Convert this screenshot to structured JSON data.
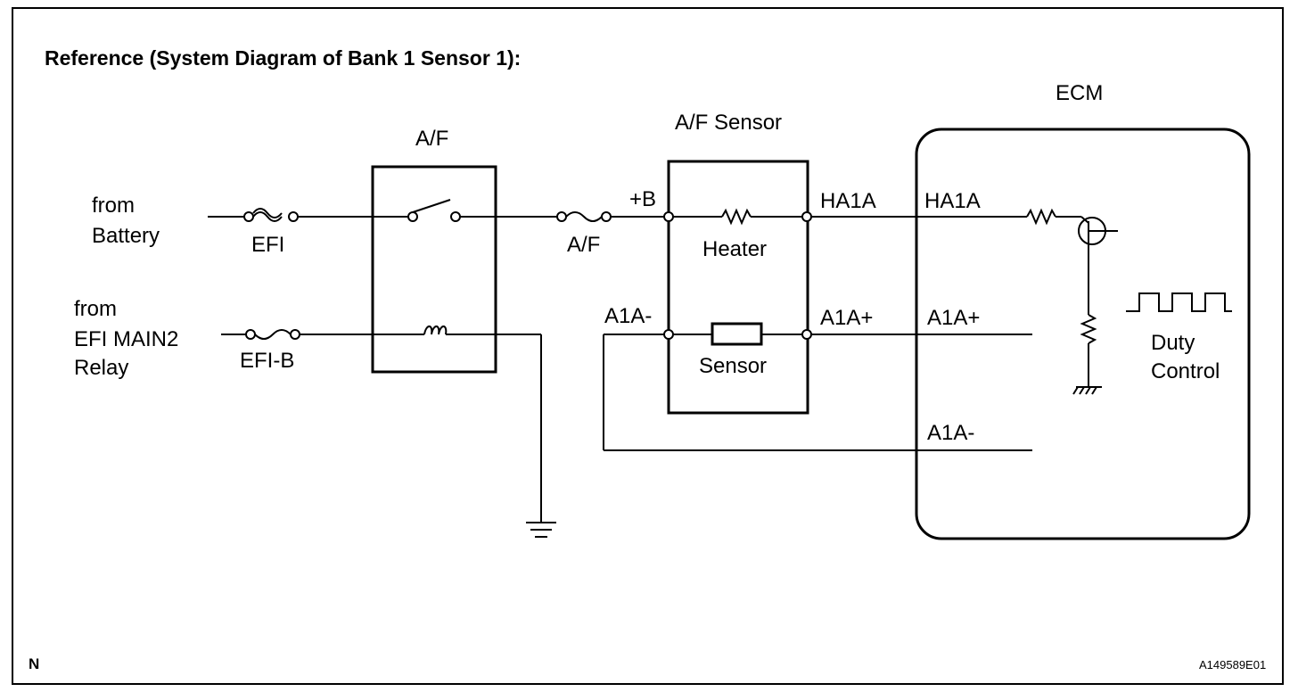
{
  "title": "Reference (System Diagram of Bank 1 Sensor 1):",
  "sources": {
    "battery": [
      "from",
      "Battery"
    ],
    "relay": [
      "from",
      "EFI MAIN2",
      "Relay"
    ]
  },
  "fuses": {
    "efi": "EFI",
    "efi_b": "EFI-B",
    "af": "A/F"
  },
  "relay_label": "A/F",
  "sensor": {
    "title": "A/F Sensor",
    "heater": "Heater",
    "element": "Sensor",
    "pin_b": "+B",
    "pin_ha1a": "HA1A",
    "pin_a1a_plus": "A1A+",
    "pin_a1a_minus": "A1A-"
  },
  "ecm": {
    "title": "ECM",
    "pin_ha1a": "HA1A",
    "pin_a1a_plus": "A1A+",
    "pin_a1a_minus": "A1A-",
    "duty": [
      "Duty",
      "Control"
    ]
  },
  "footer": {
    "corner_mark": "N",
    "figure_id": "A149589E01"
  }
}
